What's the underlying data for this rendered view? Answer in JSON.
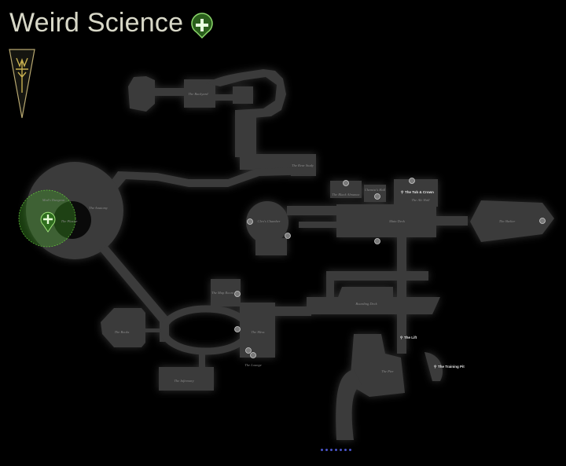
{
  "quest": {
    "title": "Weird Science",
    "icon": "green-plus-marker-icon"
  },
  "faction_banner": {
    "icon": "faction-banner-icon"
  },
  "map": {
    "areas": {
      "backyard": "The Backyard",
      "rear_study": "The Rear Study",
      "black_almanac": "The Black Almanac",
      "chemists_hall": "Chemist's Hall",
      "ale_hall": "The Ale Hall",
      "main_deck": "Main Deck",
      "shelter": "The Shelter",
      "dungeon": "Mad's Dungeon",
      "anatomy": "The Anatomy",
      "plaster": "The Plaster",
      "cleos_chamber": "Cleo's Chamber",
      "map_room": "The Map Room",
      "books": "The Books",
      "mess": "The Mess",
      "lounge": "The Lounge",
      "infirmary": "The Infirmary",
      "boarding_deck": "Boarding Deck",
      "pier": "The Pier"
    },
    "locations": {
      "tub_crown": "The Tub & Crown",
      "lift": "The Lift",
      "training_pit": "The Training Pit"
    },
    "colors": {
      "room": "#3b3b3b",
      "quest": "#5fbf3a",
      "pin": "#7a7a7a",
      "page_dot": "#4a55c8"
    }
  },
  "pagination": {
    "pages": 7
  }
}
